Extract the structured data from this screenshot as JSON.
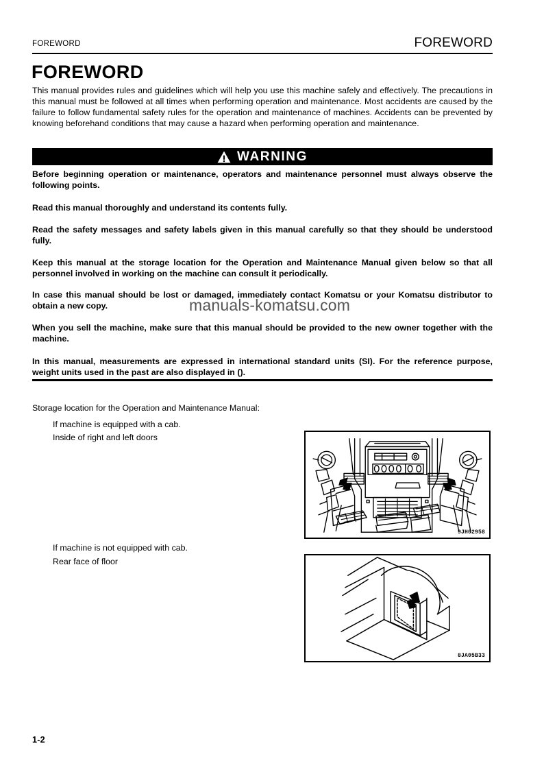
{
  "header": {
    "left_title": "FOREWORD",
    "right_title": "FOREWORD"
  },
  "title": "FOREWORD",
  "intro": "This manual provides rules and guidelines which will help you use this machine safely and effectively.  The precautions in this manual must be followed at all times when performing operation and maintenance.  Most accidents are caused by the failure to follow fundamental safety rules for the operation and maintenance of machines.  Accidents can be prevented by knowing beforehand conditions that may cause a hazard when performing operation and maintenance.",
  "warning": {
    "label": "WARNING",
    "icon": "warning-triangle-icon",
    "background_color": "#000000",
    "text_color": "#ffffff"
  },
  "body": {
    "p1": "Before beginning operation or maintenance, operators and maintenance personnel must always observe the following points.",
    "p2": "Read this manual thoroughly and understand its contents fully.",
    "p3": "Read the safety messages and safety labels given in this manual carefully so that they should be understood fully.",
    "p4": "Keep this manual at the storage location for the Operation and Maintenance Manual given below so that all personnel involved in working on the machine can consult it periodically.",
    "p5": "In case this manual should be lost or damaged, immediately contact Komatsu or your Komatsu distributor to obtain a new copy.",
    "p6": "When you sell the machine, make sure that this manual should be provided to the new owner together with the machine.",
    "p7": "In this manual, measurements are expressed in international standard units (SI). For the reference purpose, weight units used in the past are also displayed in ()."
  },
  "watermark": {
    "text": "manuals-komatsu.com",
    "color": "#555555"
  },
  "storage": {
    "heading": "Storage location for the Operation and Maintenance Manual:",
    "case_a_line1": "If machine is equipped with a cab.",
    "case_a_line2": "Inside of right and left doors",
    "case_b_line1": "If machine is not equipped with cab.",
    "case_b_line2": "Rear face of floor"
  },
  "figures": {
    "fig1": {
      "name": "cab-interior-illustration",
      "code": "9JH02958"
    },
    "fig2": {
      "name": "floor-rear-face-illustration",
      "code": "8JA05B33"
    }
  },
  "footer": {
    "page_number": "1-2"
  }
}
